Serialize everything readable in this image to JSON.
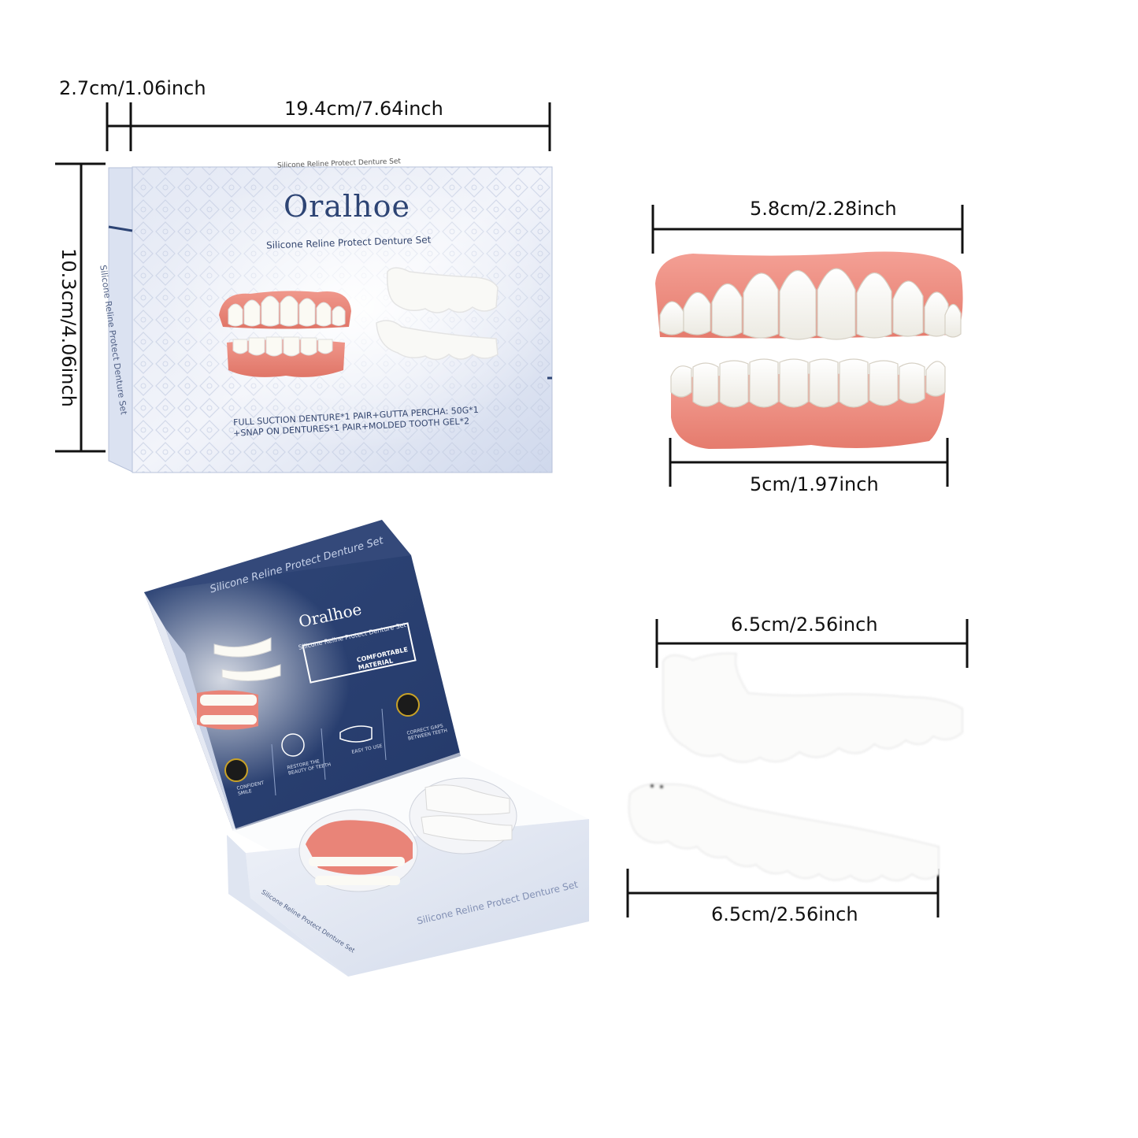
{
  "colors": {
    "box_blue": "#d7dff0",
    "box_navy": "#2d4474",
    "gum_pink": "#e98478",
    "tooth_white": "#f6f5ef",
    "dimension_line": "#111111"
  },
  "dimensions": {
    "box_depth": "2.7cm/1.06inch",
    "box_width": "19.4cm/7.64inch",
    "box_height": "10.3cm/4.06inch",
    "upper_denture_width": "5.8cm/2.28inch",
    "lower_denture_width": "5cm/1.97inch",
    "upper_veneer_width": "6.5cm/2.56inch",
    "lower_veneer_width": "6.5cm/2.56inch"
  },
  "box_front": {
    "brand": "Oralhoe",
    "subtitle": "Silicone Reline Protect Denture Set",
    "top_edge_text": "Silicone Reline Protect Denture Set",
    "side_edge_text": "Silicone Reline Protect Denture Set",
    "contents_line1": "FULL SUCTION DENTURE*1 PAIR+GUTTA PERCHA: 50G*1",
    "contents_line2": "+SNAP ON DENTURES*1 PAIR+MOLDED TOOTH GEL*2"
  },
  "box_open": {
    "lid_title": "Silicone Reline Protect Denture Set",
    "brand": "Oralhoe",
    "subtitle": "Silicone Reline Protect Denture Set",
    "badge": "COMFORTABLE MATERIAL",
    "feature_1": "CONFIDENT SMILE",
    "feature_2": "RESTORE THE BEAUTY OF TEETH",
    "feature_3": "EASY TO USE",
    "feature_4": "CORRECT GAPS BETWEEN TEETH",
    "tray_front_text": "Silicone Reline Protect Denture Set",
    "tray_side_text": "Silicone Reline Protect Denture Set"
  },
  "icons": [
    "smile-icon",
    "tooth-icon",
    "denture-icon",
    "gap-tooth-icon"
  ]
}
